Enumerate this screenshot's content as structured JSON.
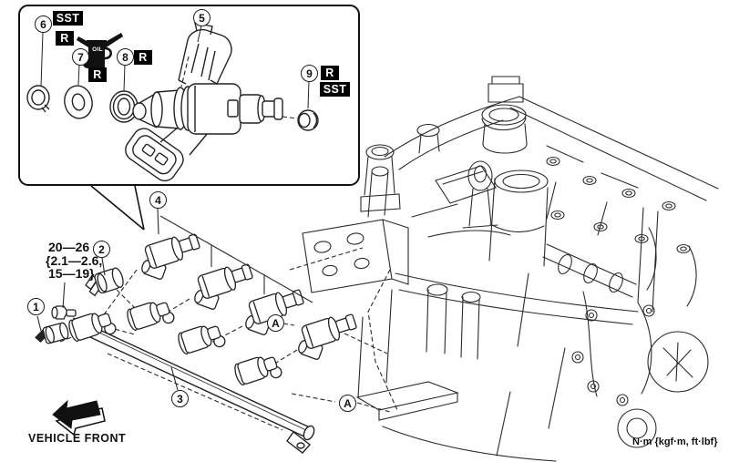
{
  "diagram": {
    "callouts": {
      "n1": "1",
      "n2": "2",
      "n3": "3",
      "n4": "4",
      "n5": "5",
      "n6": "6",
      "n7": "7",
      "n8": "8",
      "n9": "9",
      "a": "A"
    },
    "badges": {
      "sst": "SST",
      "r": "R",
      "oil": "OIL"
    },
    "torque_spec": {
      "line1": "20—26",
      "line2": "{2.1—2.6,",
      "line3": "15—19}"
    },
    "labels": {
      "vehicle_front": "VEHICLE FRONT",
      "units_note": "N·m {kgf·m, ft·lbf}"
    },
    "colors": {
      "line": "#222222",
      "badge_bg": "#000000",
      "badge_text": "#ffffff",
      "background": "#ffffff"
    }
  }
}
